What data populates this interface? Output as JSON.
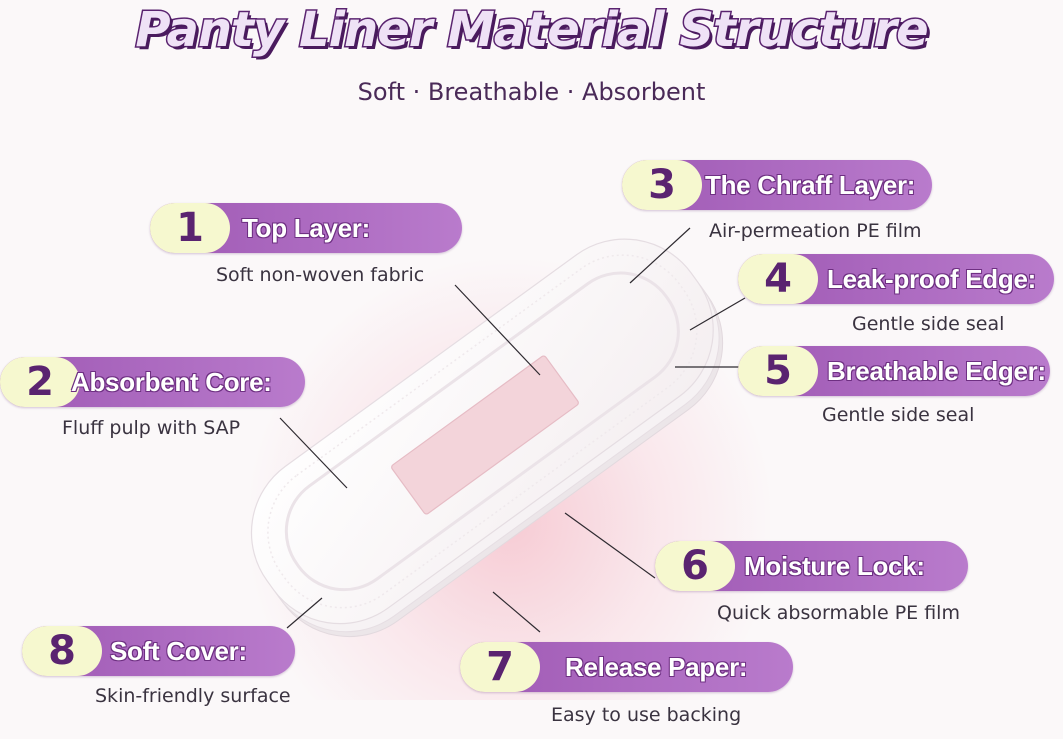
{
  "title": "Panty Liner Material Structure",
  "subtitle": "Soft · Breathable · Absorbent",
  "layers": [
    {
      "number": "1",
      "label": "Top Layer:",
      "description": "Soft non-woven fabric"
    },
    {
      "number": "2",
      "label": "Absorbent Core:",
      "description": "Fluff pulp with SAP"
    },
    {
      "number": "3",
      "label": "The Chraff Layer:",
      "description": "Air-permeation PE film"
    },
    {
      "number": "4",
      "label": "Leak-proof Edge:",
      "description": "Gentle side seal"
    },
    {
      "number": "5",
      "label": "Breathable Edger:",
      "description": "Gentle side seal"
    },
    {
      "number": "6",
      "label": "Moisture Lock:",
      "description": "Quick absormable PE film"
    },
    {
      "number": "7",
      "label": "Release Paper:",
      "description": "Easy to use backing"
    },
    {
      "number": "8",
      "label": "Soft Cover:",
      "description": "Skin-friendly surface"
    }
  ],
  "colors": {
    "pill": "#a862bd",
    "number_badge": "#f6f8cf",
    "accent_text": "#5a2370",
    "background_glow": "#f6c4ce"
  }
}
